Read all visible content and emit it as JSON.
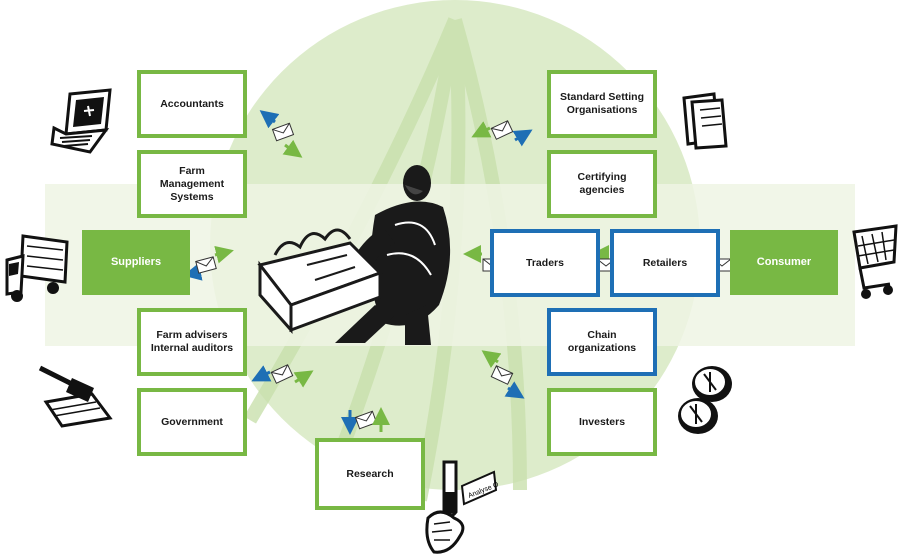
{
  "nodes": {
    "accountants": "Accountants",
    "farm_management": "Farm\nManagement\nSystems",
    "suppliers": "Suppliers",
    "farm_advisers": "Farm advisers\nInternal auditors",
    "government": "Government",
    "research": "Research",
    "standard_setting": "Standard Setting\nOrganisations",
    "certifying": "Certifying\nagencies",
    "traders": "Traders",
    "retailers": "Retailers",
    "consumer": "Consumer",
    "chain": "Chain\norganizations",
    "investers": "Investers"
  },
  "colors": {
    "green": "#78b844",
    "blue": "#1e6fb5",
    "band": "#eef4e4",
    "circle": "#ddeccb"
  },
  "icons": [
    "laptop-icon",
    "truck-icon",
    "gavel-icon",
    "documents-icon",
    "shopping-cart-icon",
    "coins-icon",
    "test-tube-icon",
    "farmer-carrying-box-illustration",
    "envelope-icon"
  ],
  "test_tube_label": "Analyse O.K."
}
